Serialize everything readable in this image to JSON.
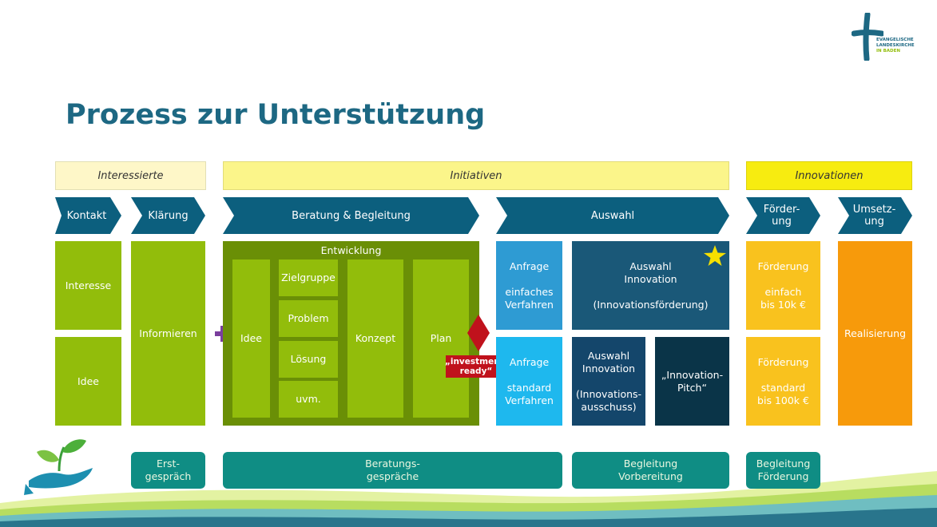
{
  "logo": {
    "line1": "EVANGELISCHE",
    "line2": "LANDESKIRCHE",
    "line3": "IN BADEN",
    "colors": {
      "cross": "#1d6883",
      "text": "#1d6883",
      "accent": "#92bd0b"
    }
  },
  "title": "Prozess zur Unterstützung",
  "phases": {
    "interessierte": "Interessierte",
    "initiativen": "Initiativen",
    "innovationen": "Innovationen"
  },
  "chevrons": {
    "kontakt": "Kontakt",
    "klaerung": "Klärung",
    "beratung": "Beratung & Begleitung",
    "auswahl": "Auswahl",
    "foerderung": "Förder-\nung",
    "umsetzung": "Umsetz-\nung"
  },
  "boxes": {
    "interesse": "Interesse",
    "idee_left": "Idee",
    "informieren": "Informieren",
    "entwicklung": "Entwicklung",
    "idee": "Idee",
    "zielgruppe": "Zielgruppe",
    "problem": "Problem",
    "loesung": "Lösung",
    "uvm": "uvm.",
    "konzept": "Konzept",
    "plan": "Plan",
    "investment_ready": "„investment-\nready“",
    "anfrage_einfach": "Anfrage\n\neinfaches\nVerfahren",
    "anfrage_standard": "Anfrage\n\nstandard\nVerfahren",
    "auswahl_innovation": "Auswahl\nInnovation\n\n(Innovationsförderung)",
    "auswahl_ausschuss": "Auswahl\nInnovation\n\n(Innovations-\nausschuss)",
    "innovation_pitch": "„Innovation-\nPitch“",
    "foerderung_einfach": "Förderung\n\neinfach\nbis 10k €",
    "foerderung_standard": "Förderung\n\nstandard\nbis 100k €",
    "realisierung": "Realisierung"
  },
  "bottom": {
    "erstgespraech": "Erst-\ngespräch",
    "beratungsgespraeche": "Beratungs-\ngespräche",
    "begleitung_vorbereitung": "Begleitung\nVorbereitung",
    "begleitung_foerderung": "Begleitung\nFörderung"
  },
  "colors": {
    "title": "#1d6883",
    "chevron": "#0c5f7e",
    "green": "#92bd0b",
    "dark_green": "#6a8f06",
    "light_blue": "#2e9bd3",
    "cyan": "#1eb8ee",
    "navy": "#1a5878",
    "dark_navy": "#0a3448",
    "yellow": "#f9c21e",
    "orange": "#f79a0b",
    "teal": "#0f8d84",
    "diamond": "#c0121c",
    "plus": "#7a3e9d",
    "star": "#f6e000",
    "phase_pale": "#fef7c8",
    "phase_mid": "#fbf58a",
    "phase_bright": "#f7ec10"
  },
  "icons": [
    "cross-logo-icon",
    "plus-icon",
    "diamond-icon",
    "star-icon",
    "plant-hand-icon"
  ]
}
